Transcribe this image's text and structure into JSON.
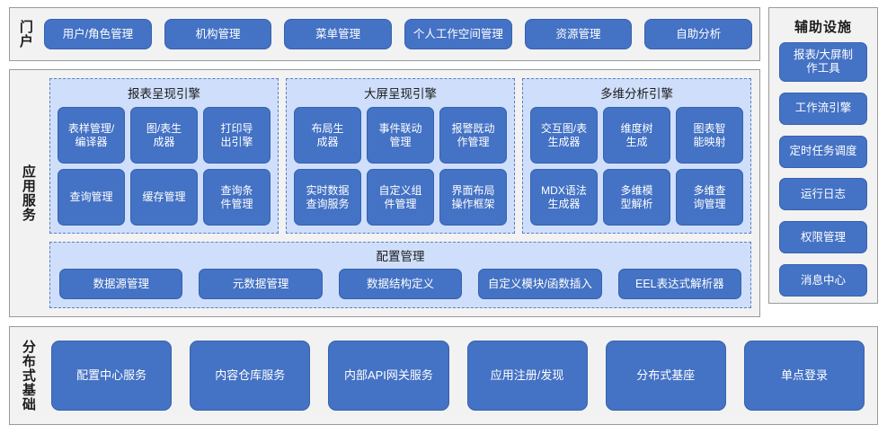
{
  "diagram": {
    "title_portal": "门户",
    "title_app": "应用服务",
    "title_dist": "分布式基础",
    "title_aux": "辅助设施",
    "accent_color": "#4472c4",
    "panel_bg": "#f2f2f2",
    "group_bg": "#cfdffb"
  },
  "portal": {
    "label": "门户",
    "items": [
      {
        "label": "用户/角色管理"
      },
      {
        "label": "机构管理"
      },
      {
        "label": "菜单管理"
      },
      {
        "label": "个人工作空间管理"
      },
      {
        "label": "资源管理"
      },
      {
        "label": "自助分析"
      }
    ]
  },
  "app_services": {
    "label": "应用服务",
    "engines": [
      {
        "title": "报表呈现引擎",
        "items": [
          {
            "label": "表样管理/\n编译器"
          },
          {
            "label": "图/表生\n成器"
          },
          {
            "label": "打印导\n出引擎"
          },
          {
            "label": "查询管理"
          },
          {
            "label": "缓存管理"
          },
          {
            "label": "查询条\n件管理"
          }
        ]
      },
      {
        "title": "大屏呈现引擎",
        "items": [
          {
            "label": "布局生\n成器"
          },
          {
            "label": "事件联动\n管理"
          },
          {
            "label": "报警既动\n作管理"
          },
          {
            "label": "实时数据\n查询服务"
          },
          {
            "label": "自定义组\n件管理"
          },
          {
            "label": "界面布局\n操作框架"
          }
        ]
      },
      {
        "title": "多维分析引擎",
        "items": [
          {
            "label": "交互图/表\n生成器"
          },
          {
            "label": "维度树\n生成"
          },
          {
            "label": "图表智\n能映射"
          },
          {
            "label": "MDX语法\n生成器"
          },
          {
            "label": "多维模\n型解析"
          },
          {
            "label": "多维查\n询管理"
          }
        ]
      }
    ],
    "config": {
      "title": "配置管理",
      "items": [
        {
          "label": "数据源管理"
        },
        {
          "label": "元数据管理"
        },
        {
          "label": "数据结构定义"
        },
        {
          "label": "自定义模块/函数插入"
        },
        {
          "label": "EEL表达式解析器"
        }
      ]
    }
  },
  "distributed": {
    "label": "分布式基础",
    "items": [
      {
        "label": "配置中心服务"
      },
      {
        "label": "内容仓库服务"
      },
      {
        "label": "内部API网关服务"
      },
      {
        "label": "应用注册/发现"
      },
      {
        "label": "分布式基座"
      },
      {
        "label": "单点登录"
      }
    ]
  },
  "auxiliary": {
    "title": "辅助设施",
    "items": [
      {
        "label": "报表/大屏制\n作工具"
      },
      {
        "label": "工作流引擎"
      },
      {
        "label": "定时任务调度"
      },
      {
        "label": "运行日志"
      },
      {
        "label": "权限管理"
      },
      {
        "label": "消息中心"
      }
    ]
  }
}
